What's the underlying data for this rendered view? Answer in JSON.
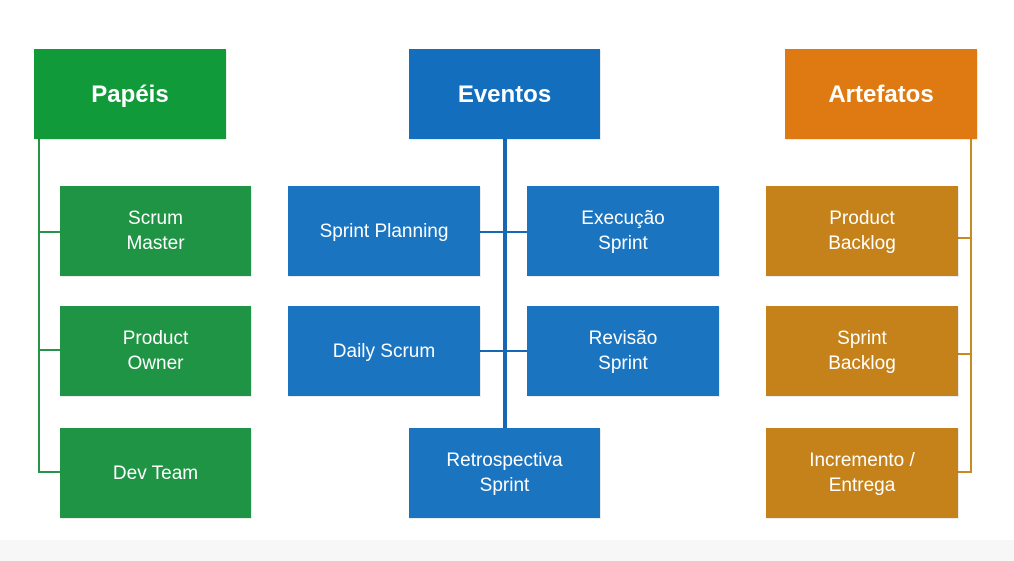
{
  "colors": {
    "papeis": "#119a3a",
    "eventos": "#136ebd",
    "artefatos": "#df7a12"
  },
  "papeis": {
    "title": "Papéis",
    "items": [
      "Scrum\nMaster",
      "Product\nOwner",
      "Dev Team"
    ]
  },
  "eventos": {
    "title": "Eventos",
    "items": [
      "Sprint Planning",
      "Execução\nSprint",
      "Daily Scrum",
      "Revisão\nSprint",
      "Retrospectiva\nSprint"
    ]
  },
  "artefatos": {
    "title": "Artefatos",
    "items": [
      "Product\nBacklog",
      "Sprint\nBacklog",
      "Incremento /\nEntrega"
    ]
  }
}
